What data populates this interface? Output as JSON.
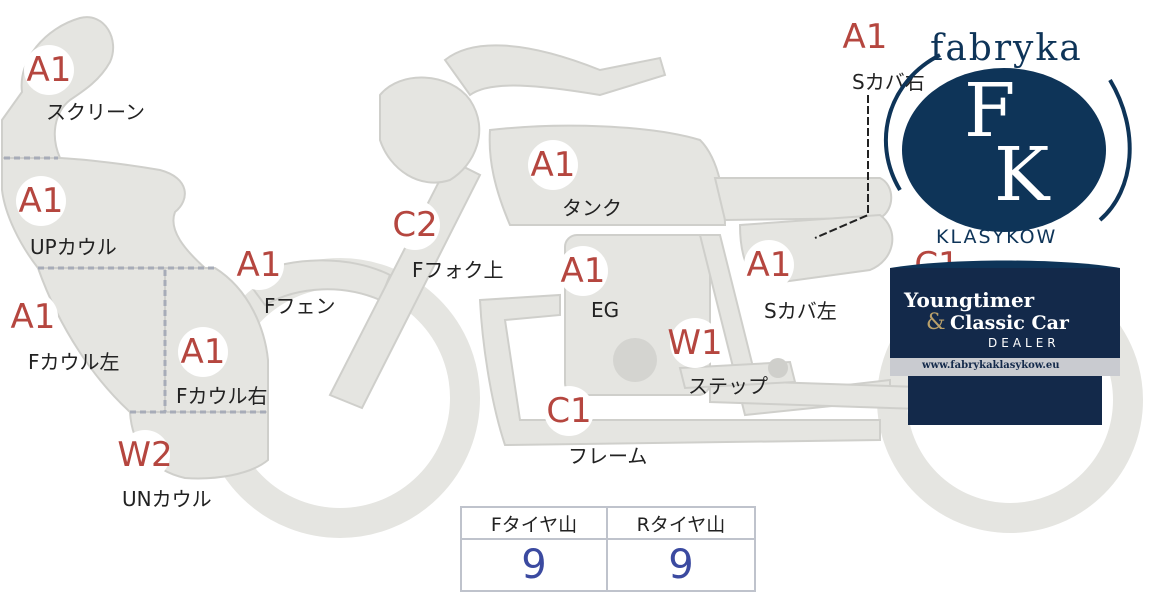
{
  "parts": [
    {
      "id": "screen",
      "grade": "A1",
      "label": "スクリーン"
    },
    {
      "id": "up-cowl",
      "grade": "A1",
      "label": "UPカウル"
    },
    {
      "id": "f-cowl-left",
      "grade": "A1",
      "label": "Fカウル左"
    },
    {
      "id": "f-cowl-right",
      "grade": "A1",
      "label": "Fカウル右"
    },
    {
      "id": "un-cowl",
      "grade": "W2",
      "label": "UNカウル"
    },
    {
      "id": "f-fender",
      "grade": "A1",
      "label": "Fフェン"
    },
    {
      "id": "f-fork-upper",
      "grade": "C2",
      "label": "Fフォク上"
    },
    {
      "id": "tank",
      "grade": "A1",
      "label": "タンク"
    },
    {
      "id": "engine",
      "grade": "A1",
      "label": "EG"
    },
    {
      "id": "step",
      "grade": "W1",
      "label": "ステップ"
    },
    {
      "id": "frame",
      "grade": "C1",
      "label": "フレーム"
    },
    {
      "id": "s-cover-left",
      "grade": "A1",
      "label": "Sカバ左"
    },
    {
      "id": "s-cover-right",
      "grade": "A1",
      "label": "Sカバ右"
    },
    {
      "id": "rear-partial",
      "grade": "C1",
      "label": ""
    }
  ],
  "tire_depth": {
    "front_header": "Fタイヤ山",
    "rear_header": "Rタイヤ山",
    "front_value": "9",
    "rear_value": "9"
  },
  "watermark": {
    "brand_top": "fabryka",
    "monogram_f": "F",
    "monogram_k": "K",
    "brand_bottom": "KLASYKÓW",
    "banner_line1": "Youngtimer",
    "banner_amp": "&",
    "banner_line2": "Classic Car",
    "banner_line3": "DEALER",
    "url": "www.fabrykaklasykow.eu"
  },
  "colors": {
    "silhouette": "#e5e5e1",
    "outline": "#cfcfcb",
    "grade_text": "#b5463f",
    "table_value": "#3b4aa0",
    "logo_navy": "#0e3458",
    "banner_navy": "#13294a"
  }
}
